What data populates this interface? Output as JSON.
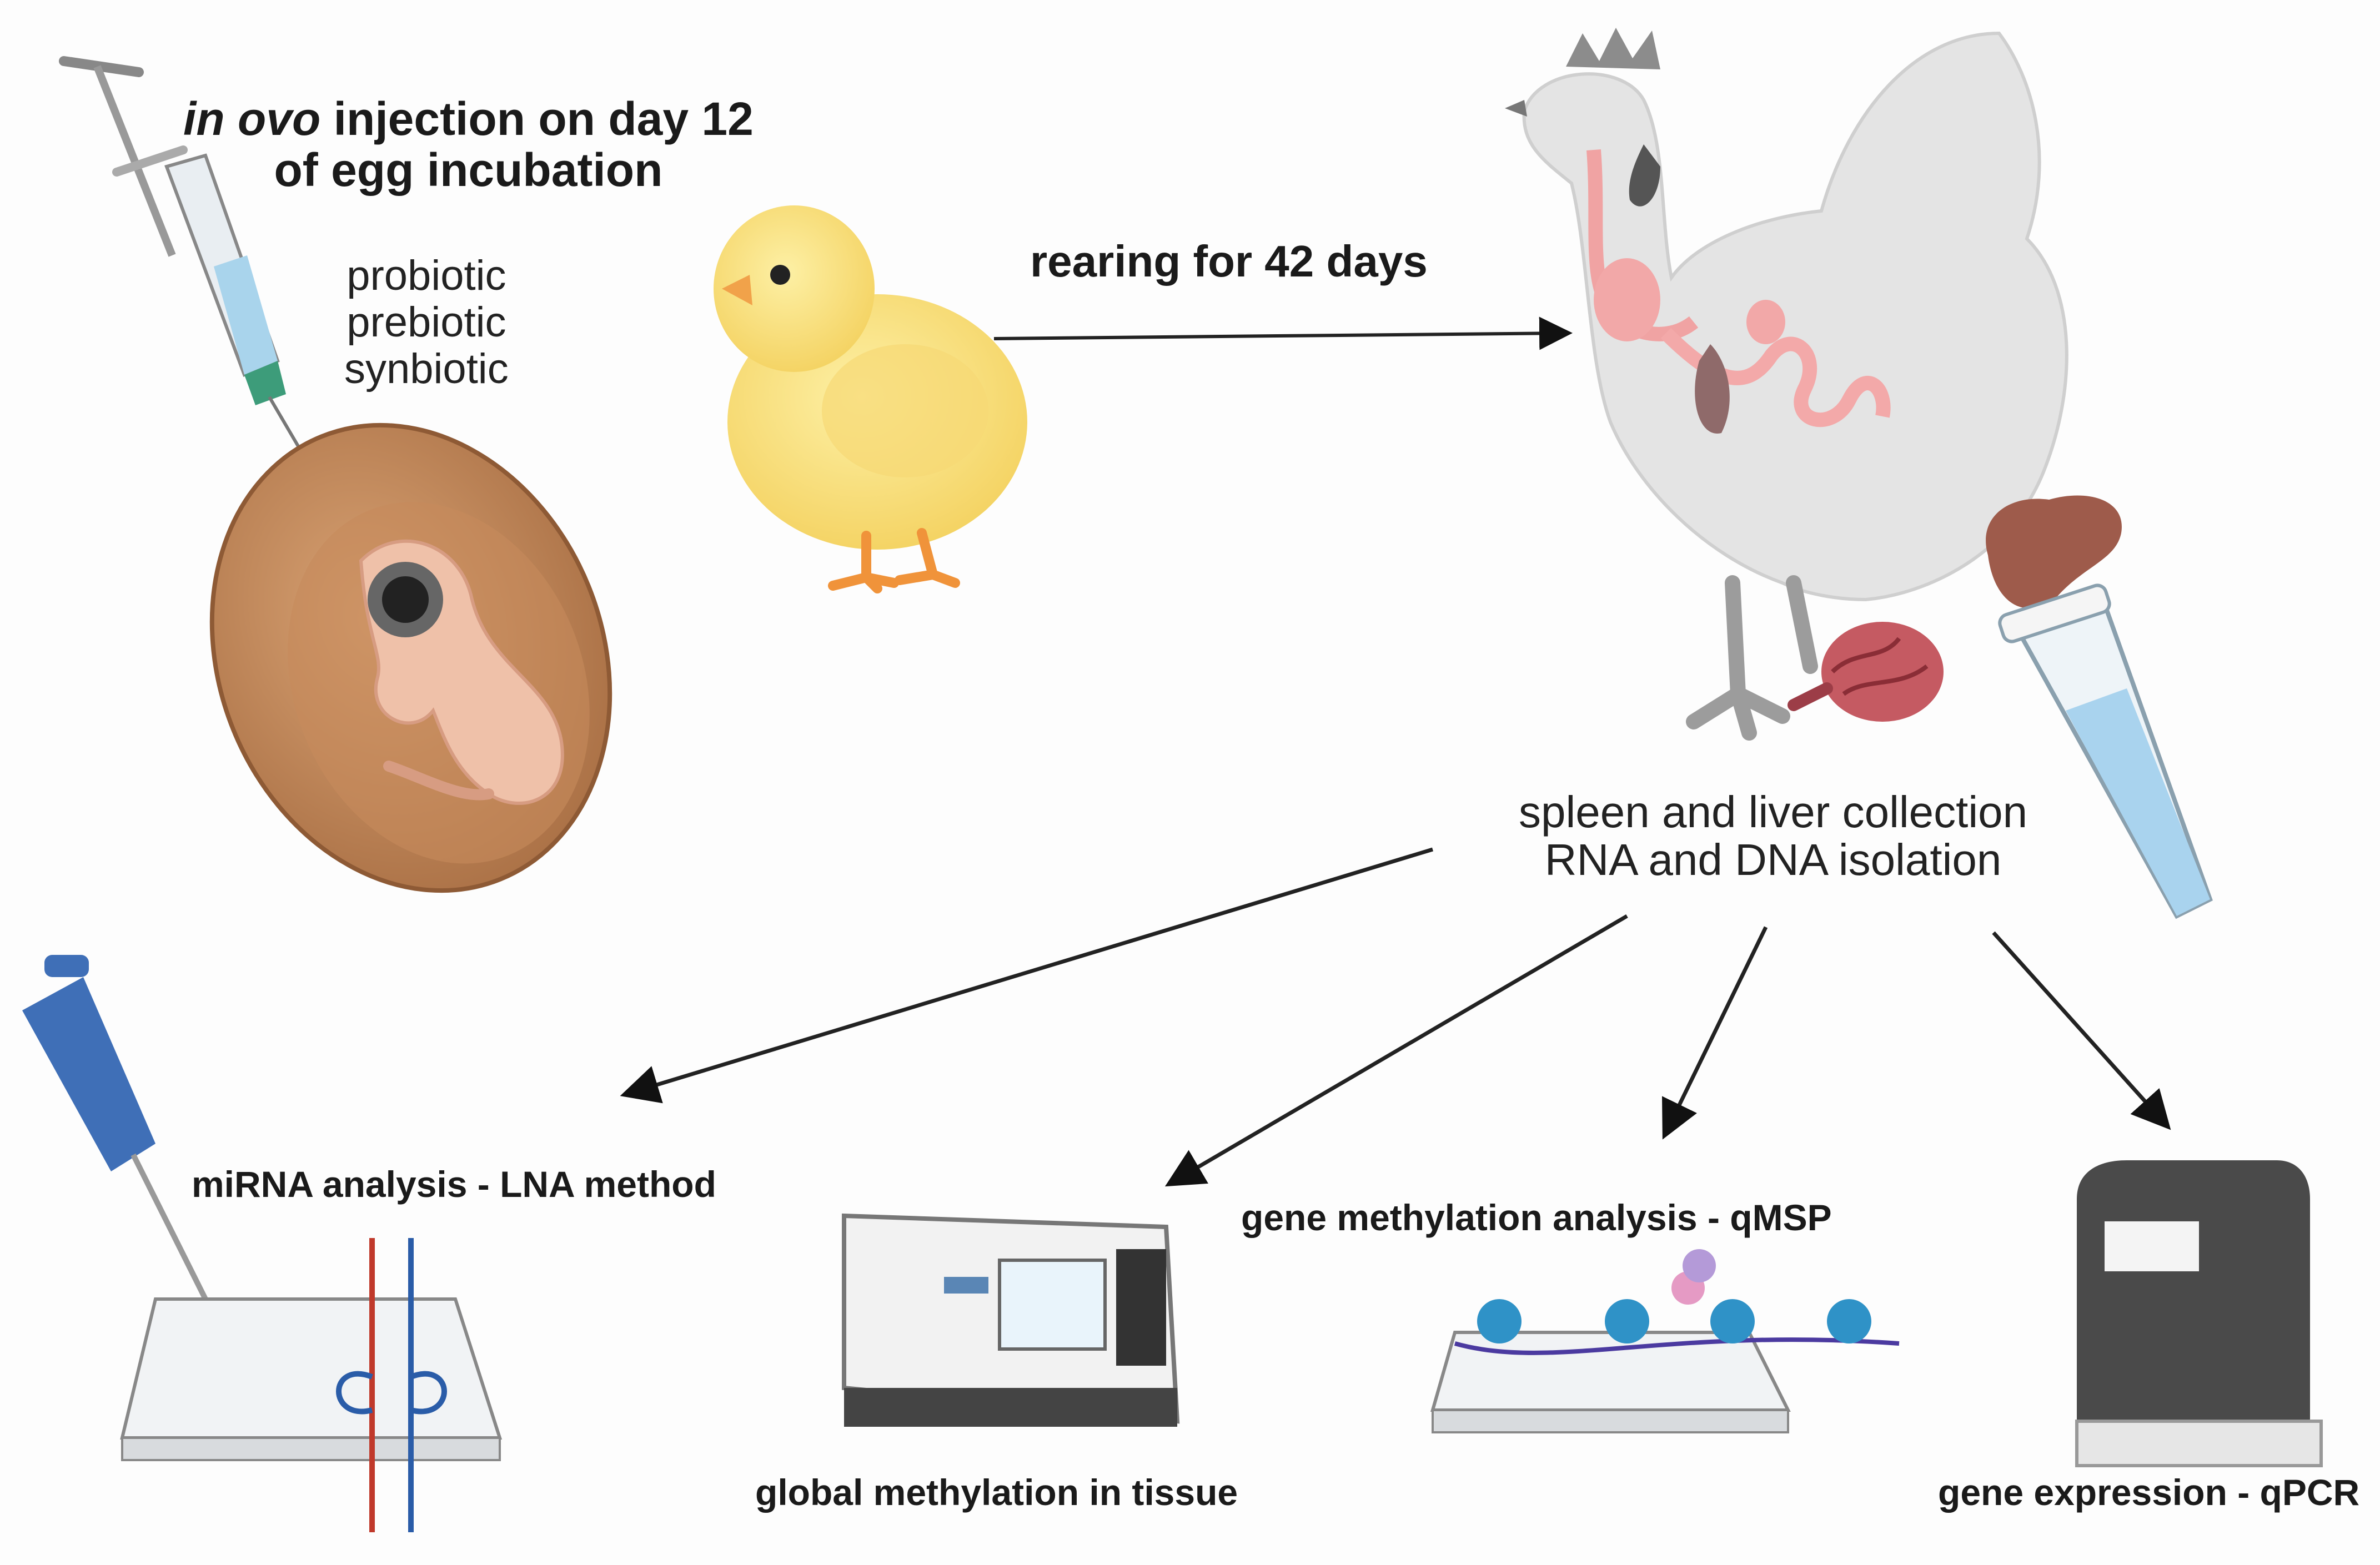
{
  "injection": {
    "title_italic": "in ovo",
    "title_rest": " injection on day 12",
    "title_line2": "of egg incubation"
  },
  "treatments": [
    "probiotic",
    "prebiotic",
    "synbiotic"
  ],
  "rearing_label": "rearing for 42 days",
  "collection": {
    "line1": "spleen and liver collection",
    "line2": "RNA and DNA isolation"
  },
  "analyses": {
    "mirna": "miRNA analysis - LNA method",
    "global_methylation": "global methylation in tissue",
    "gene_methylation": "gene methylation analysis - qMSP",
    "gene_expression": "gene expression - qPCR"
  }
}
